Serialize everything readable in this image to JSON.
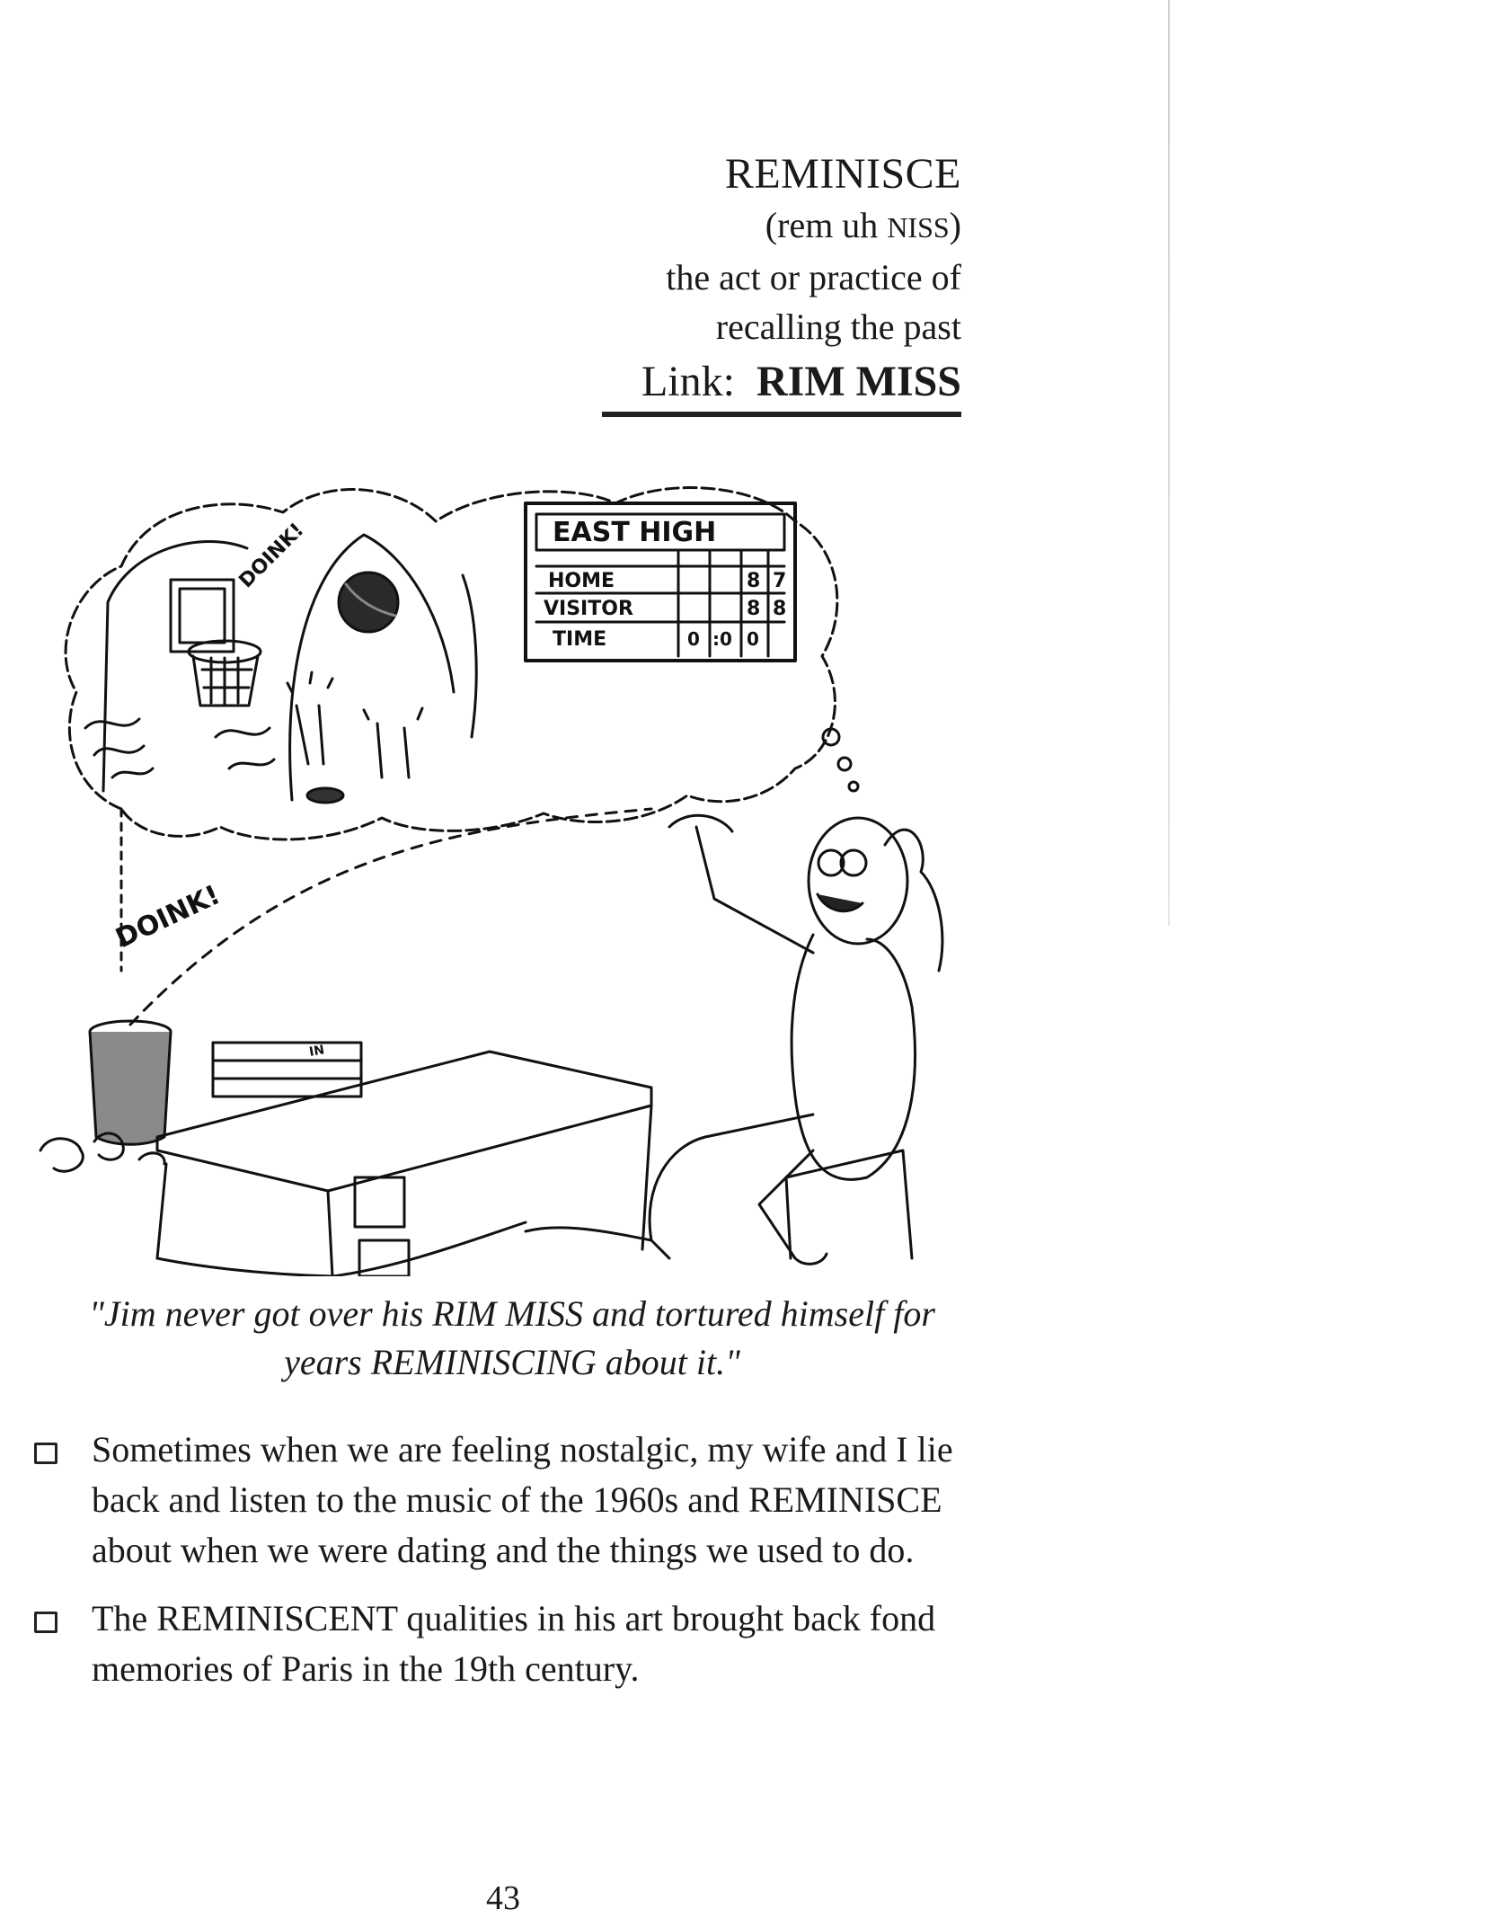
{
  "entry": {
    "word": "REMINISCE",
    "pronunciation_open": "(rem uh ",
    "pronunciation_small": "NISS",
    "pronunciation_close": ")",
    "definition_line1": "the act or practice of",
    "definition_line2": "recalling the past",
    "link_label": "Link:",
    "link_word": "RIM MISS"
  },
  "cartoon": {
    "scoreboard_title": "EAST HIGH",
    "rows": [
      {
        "label": "HOME",
        "digits": [
          "8",
          "7"
        ]
      },
      {
        "label": "VISITOR",
        "digits": [
          "8",
          "8"
        ]
      },
      {
        "label": "TIME",
        "digits": [
          "0",
          ":0",
          "0"
        ]
      }
    ],
    "sfx1": "DOINK!",
    "sfx2": "DOINK!",
    "tray_label": "IN"
  },
  "caption": "\"Jim never got over his RIM MISS and tortured himself for years REMINISCING about it.\"",
  "examples": [
    "Sometimes when we are feeling nostalgic, my wife and I lie back and listen to the music of the 1960s and REMINISCE about when we were dating and the things we used to do.",
    "The REMINISCENT qualities in his art brought back fond memories of Paris in the 19th century."
  ],
  "page_number": "43"
}
